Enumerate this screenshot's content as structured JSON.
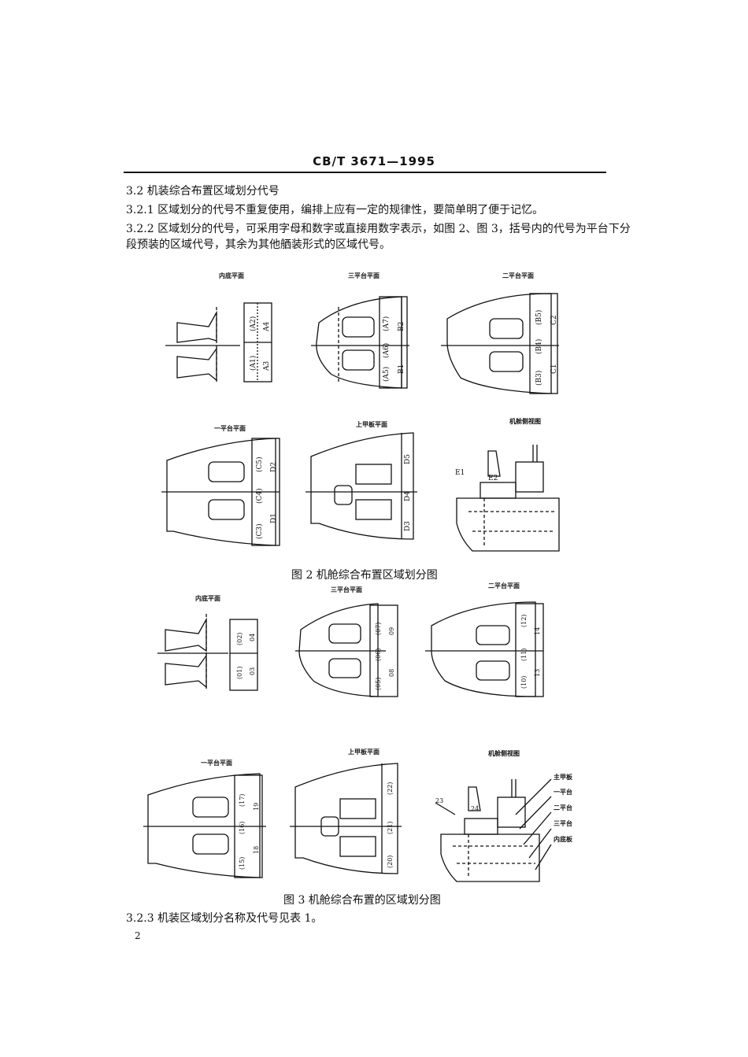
{
  "header": {
    "standard": "CB/T 3671—1995"
  },
  "section": {
    "s32": "3.2  机装综合布置区域划分代号",
    "s321": "3.2.1  区域划分的代号不重复使用，编排上应有一定的规律性，要简单明了便于记忆。",
    "s322_line1": "3.2.2  区域划分的代号，可采用字母和数字或直接用数字表示，如图 2、图 3，括号内的代号为平台下分",
    "s322_line2": "段预装的区域代号，其余为其他舾装形式的区域代号。",
    "s323": "3.2.3  机装区域划分名称及代号见表 1。"
  },
  "figure2": {
    "caption": "图 2  机舱综合布置区域划分图",
    "panels": {
      "inner_bottom": {
        "title": "内底平面",
        "labels": [
          "(A2)",
          "A4",
          "(A1)",
          "A3"
        ]
      },
      "third_platform": {
        "title": "三平台平面",
        "labels": [
          "(A7)",
          "B2",
          "(A6)",
          "(A5)",
          "B1"
        ]
      },
      "second_platform": {
        "title": "二平台平面",
        "labels": [
          "(B5)",
          "C2",
          "(B4)",
          "(B3)",
          "C1"
        ]
      },
      "first_platform": {
        "title": "一平台平面",
        "labels": [
          "(C5)",
          "D2",
          "(C4)",
          "(C3)",
          "D1"
        ]
      },
      "upper_deck": {
        "title": "上甲板平面",
        "labels": [
          "D5",
          "D4",
          "D3"
        ]
      },
      "side_view": {
        "title": "机舱侧视图",
        "labels": [
          "E1",
          "E2"
        ]
      }
    }
  },
  "figure3": {
    "caption": "图 3  机舱综合布置的区域划分图",
    "panels": {
      "inner_bottom": {
        "title": "内底平面",
        "labels": [
          "(02)",
          "04",
          "(01)",
          "03"
        ]
      },
      "third_platform": {
        "title": "三平台平面",
        "labels": [
          "(07)",
          "09",
          "(06)",
          "(05)",
          "08"
        ]
      },
      "second_platform": {
        "title": "二平台平面",
        "labels": [
          "(12)",
          "14",
          "(11)",
          "(10)",
          "13"
        ]
      },
      "first_platform": {
        "title": "一平台平面",
        "labels": [
          "(17)",
          "19",
          "(16)",
          "(15)",
          "18"
        ]
      },
      "upper_deck": {
        "title": "上甲板平面",
        "labels": [
          "(22)",
          "(21)",
          "(20)"
        ]
      },
      "side_view": {
        "title": "机舱侧视图",
        "labels": [
          "23",
          "24"
        ],
        "levels": [
          "主甲板",
          "一平台",
          "二平台",
          "三平台",
          "内底板"
        ]
      }
    }
  },
  "page_number": "2"
}
